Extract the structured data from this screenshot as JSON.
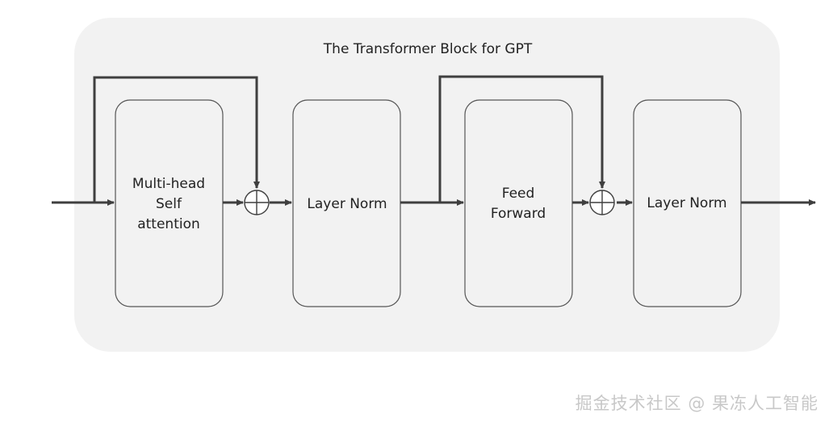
{
  "title": "The Transformer Block for GPT",
  "blocks": [
    {
      "id": "mhsa",
      "lines": [
        "Multi-head",
        "Self",
        "attention"
      ]
    },
    {
      "id": "norm1",
      "lines": [
        "Layer Norm"
      ]
    },
    {
      "id": "ffn",
      "lines": [
        "Feed",
        "Forward"
      ]
    },
    {
      "id": "norm2",
      "lines": [
        "Layer Norm"
      ]
    }
  ],
  "adders": [
    {
      "symbol": "⊕"
    },
    {
      "symbol": "⊕"
    }
  ],
  "watermark": "掘金技术社区 @ 果冻人工智能",
  "colors": {
    "panel": "#f2f2f2",
    "stroke": "#3f3f3f",
    "box_fill": "#f2f2f2",
    "text": "#222222"
  }
}
